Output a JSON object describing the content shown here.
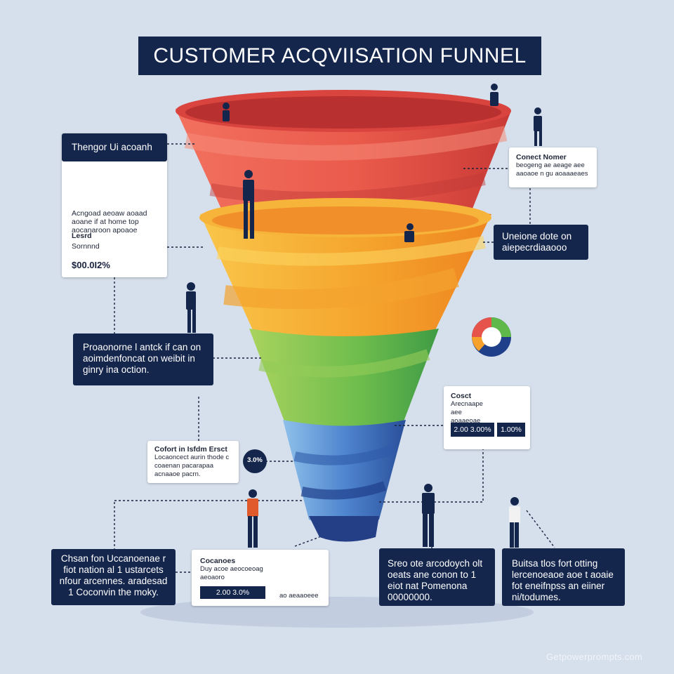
{
  "title": "CUSTOMER ACQVIISATION FUNNEL",
  "watermark": "Getpowerprompts.com",
  "colors": {
    "background": "#d6dfec",
    "navy": "#15264d",
    "funnel_red": "#e5534a",
    "funnel_orange": "#f5a12c",
    "funnel_yellow": "#f7c63f",
    "funnel_green": "#5fb84a",
    "funnel_blue": "#3f73c2",
    "funnel_dark_blue": "#1f3f8a"
  },
  "callouts": {
    "top_left": {
      "header": "Thengor Ui acoanh",
      "body": "Acngoad aeoaw aoaad aoane if at home top aocanaroon apoaoe",
      "label1": "Lesrd",
      "label2": "Sornnnd",
      "value": "$00.0I2%"
    },
    "top_right": {
      "header": "Conect Nomer",
      "body": "beogeng ae aeage aee aaoaoe n gu aoaaaeaes"
    },
    "mid_right": {
      "text": "Uneione dote on aiepecrdiaaooo"
    },
    "mid_left": {
      "text": "Proaonorne l antck if can on aoimdenfoncat on weibit in ginry ina oction."
    },
    "right_card": {
      "header": "Cosct",
      "body": "Arecnaape aee aoaaeoae",
      "value1": "2.00 3.00%",
      "value2": "1.00%"
    },
    "center_left": {
      "header": "Cofort in Isfdm Ersct",
      "body": "Locaoncect aurin thode c coaenan pacarapaa acnaaoe pacrn."
    },
    "circle_label": "3.0%",
    "bottom_left": {
      "text": "Chsan fon Uccanoenae r fiot nation al 1 ustarcets nfour arcennes. aradesad 1 Coconvin the moky."
    },
    "bottom_card": {
      "header": "Cocanoes",
      "body": "Duy acoe aeocoeoag aeoaoro",
      "value": "2.00 3.0%",
      "footer": "ao aeaaoeee"
    },
    "bottom_mid": {
      "text": "Sreo ote arcodoych olt oeats ane conon to 1 eiot nat Pomenona 00000000."
    },
    "bottom_right": {
      "text": "Buitsa tlos fort otting lercenoeaoe aoe t aoaie fot eneifnpss an eiiner ni/todumes."
    }
  }
}
